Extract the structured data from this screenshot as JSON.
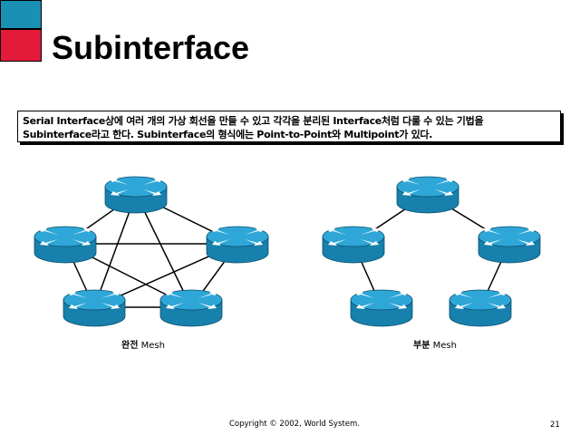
{
  "colors": {
    "accent_top": "#1b90b5",
    "accent_bottom": "#e41a3a",
    "router_body": "#1e96c8"
  },
  "slide": {
    "title": "Subinterface",
    "description_line1": "Serial Interface상에 여러 개의 가상 회선을 만들 수 있고 각각을 분리된 Interface처럼 다룰 수 있는 기법을",
    "description_line2": "Subinterface라고 한다. Subinterface의 형식에는 Point-to-Point와 Multipoint가 있다.",
    "footer_copyright": "Copyright © 2002, World System.",
    "page_number": "21"
  },
  "diagrams": {
    "left": {
      "caption_bold": "완전",
      "caption_rest": " Mesh",
      "icon": "router-icon"
    },
    "right": {
      "caption_bold": "부분",
      "caption_rest": " Mesh",
      "icon": "router-icon"
    }
  }
}
